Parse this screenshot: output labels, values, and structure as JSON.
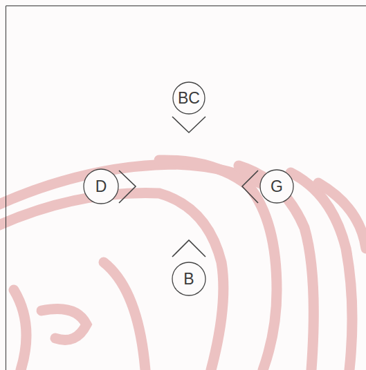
{
  "diagram": {
    "nodes": [
      {
        "text": [
          "BC"
        ]
      },
      {
        "text": [
          "D"
        ]
      },
      {
        "text": [
          "G"
        ]
      },
      {
        "text": [
          "B"
        ]
      }
    ]
  }
}
